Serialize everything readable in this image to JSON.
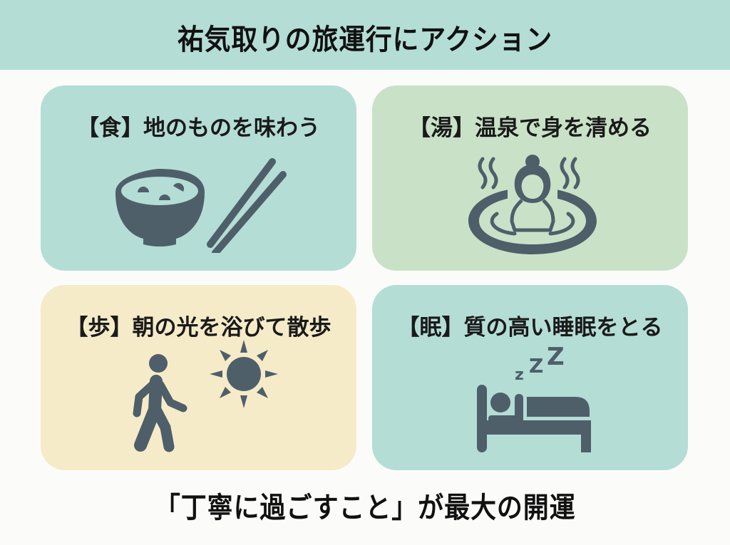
{
  "header": {
    "title": "祐気取りの旅運行にアクション",
    "background_color": "#b4ddd5"
  },
  "cards": [
    {
      "title": "【食】地のものを味わう",
      "icon": "rice-bowl-chopsticks-icon",
      "background_color": "#b4ddd5"
    },
    {
      "title": "【湯】温泉で身を清める",
      "icon": "hot-spring-bather-icon",
      "background_color": "#c9e2c7"
    },
    {
      "title": "【歩】朝の光を浴びて散歩",
      "icon": "walking-person-sun-icon",
      "background_color": "#f6ebc8"
    },
    {
      "title": "【眠】質の高い睡眠をとる",
      "icon": "sleeping-bed-icon",
      "background_color": "#b4ddd5"
    }
  ],
  "sleep_icon_text": [
    "z",
    "Z",
    "Z"
  ],
  "footer": {
    "text": "「丁寧に過ごすこと」が最大の開運"
  },
  "icon_color": "#4e5f6a",
  "page_background": "#fbfcfa"
}
